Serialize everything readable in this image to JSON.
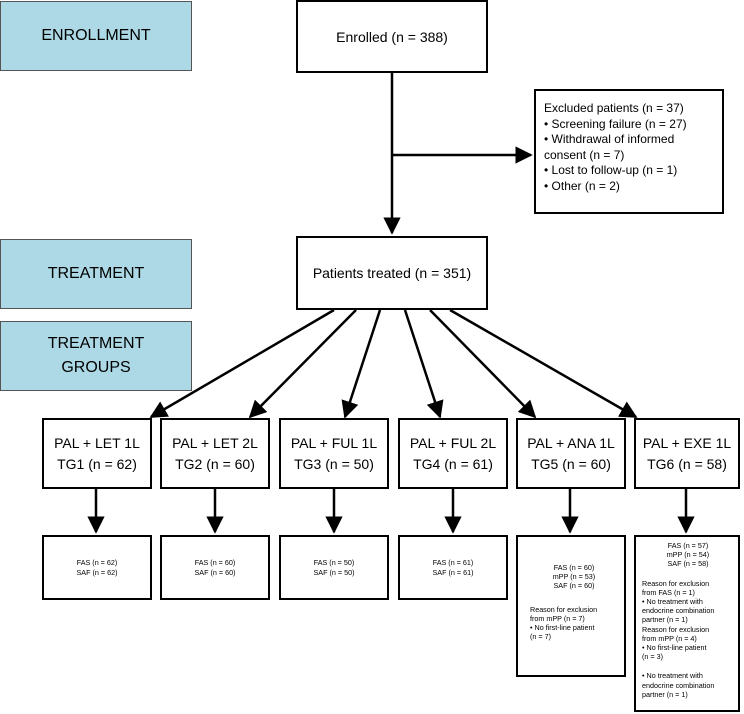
{
  "stages": {
    "enrollment": "ENROLLMENT",
    "treatment": "TREATMENT",
    "treatment_groups_line1": "TREATMENT",
    "treatment_groups_line2": "GROUPS"
  },
  "enrolled": "Enrolled (n = 388)",
  "excluded": {
    "title": "Excluded patients (n = 37)",
    "items": [
      "• Screening failure (n = 27)",
      "• Withdrawal of informed",
      "consent (n = 7)",
      "• Lost to follow-up (n = 1)",
      "• Other (n = 2)"
    ]
  },
  "treated": "Patients treated (n = 351)",
  "groups": [
    {
      "name": "PAL + LET 1L",
      "label": "TG1 (n = 62)"
    },
    {
      "name": "PAL + LET 2L",
      "label": "TG2 (n = 60)"
    },
    {
      "name": "PAL + FUL 1L",
      "label": "TG3 (n = 50)"
    },
    {
      "name": "PAL + FUL 2L",
      "label": "TG4 (n = 61)"
    },
    {
      "name": "PAL + ANA 1L",
      "label": "TG5 (n = 60)"
    },
    {
      "name": "PAL + EXE 1L",
      "label": "TG6 (n = 58)"
    }
  ],
  "populations": {
    "tg1": [
      "FAS (n = 62)",
      "SAF (n = 62)"
    ],
    "tg2": [
      "FAS (n = 60)",
      "SAF (n = 60)"
    ],
    "tg3": [
      "FAS (n = 50)",
      "SAF (n = 50)"
    ],
    "tg4": [
      "FAS (n = 61)",
      "SAF (n = 61)"
    ],
    "tg5": {
      "center": [
        "FAS (n = 60)",
        "mPP (n = 53)",
        "SAF (n = 60)"
      ],
      "left": [
        "Reason for exclusion",
        "from mPP (n = 7)",
        "• No first-line patient",
        "(n = 7)"
      ]
    },
    "tg6": {
      "center": [
        "FAS (n = 57)",
        "mPP (n = 54)",
        "SAF (n = 58)"
      ],
      "left_a": [
        "Reason for exclusion",
        "from FAS (n = 1)",
        "• No treatment with",
        "endocrine combination",
        "partner (n = 1)",
        "Reason for exclusion",
        "from mPP (n = 4)",
        "• No first-line patient",
        "(n = 3)"
      ],
      "left_b": [
        "• No treatment with",
        "endocrine combination",
        "partner (n = 1)"
      ]
    }
  }
}
